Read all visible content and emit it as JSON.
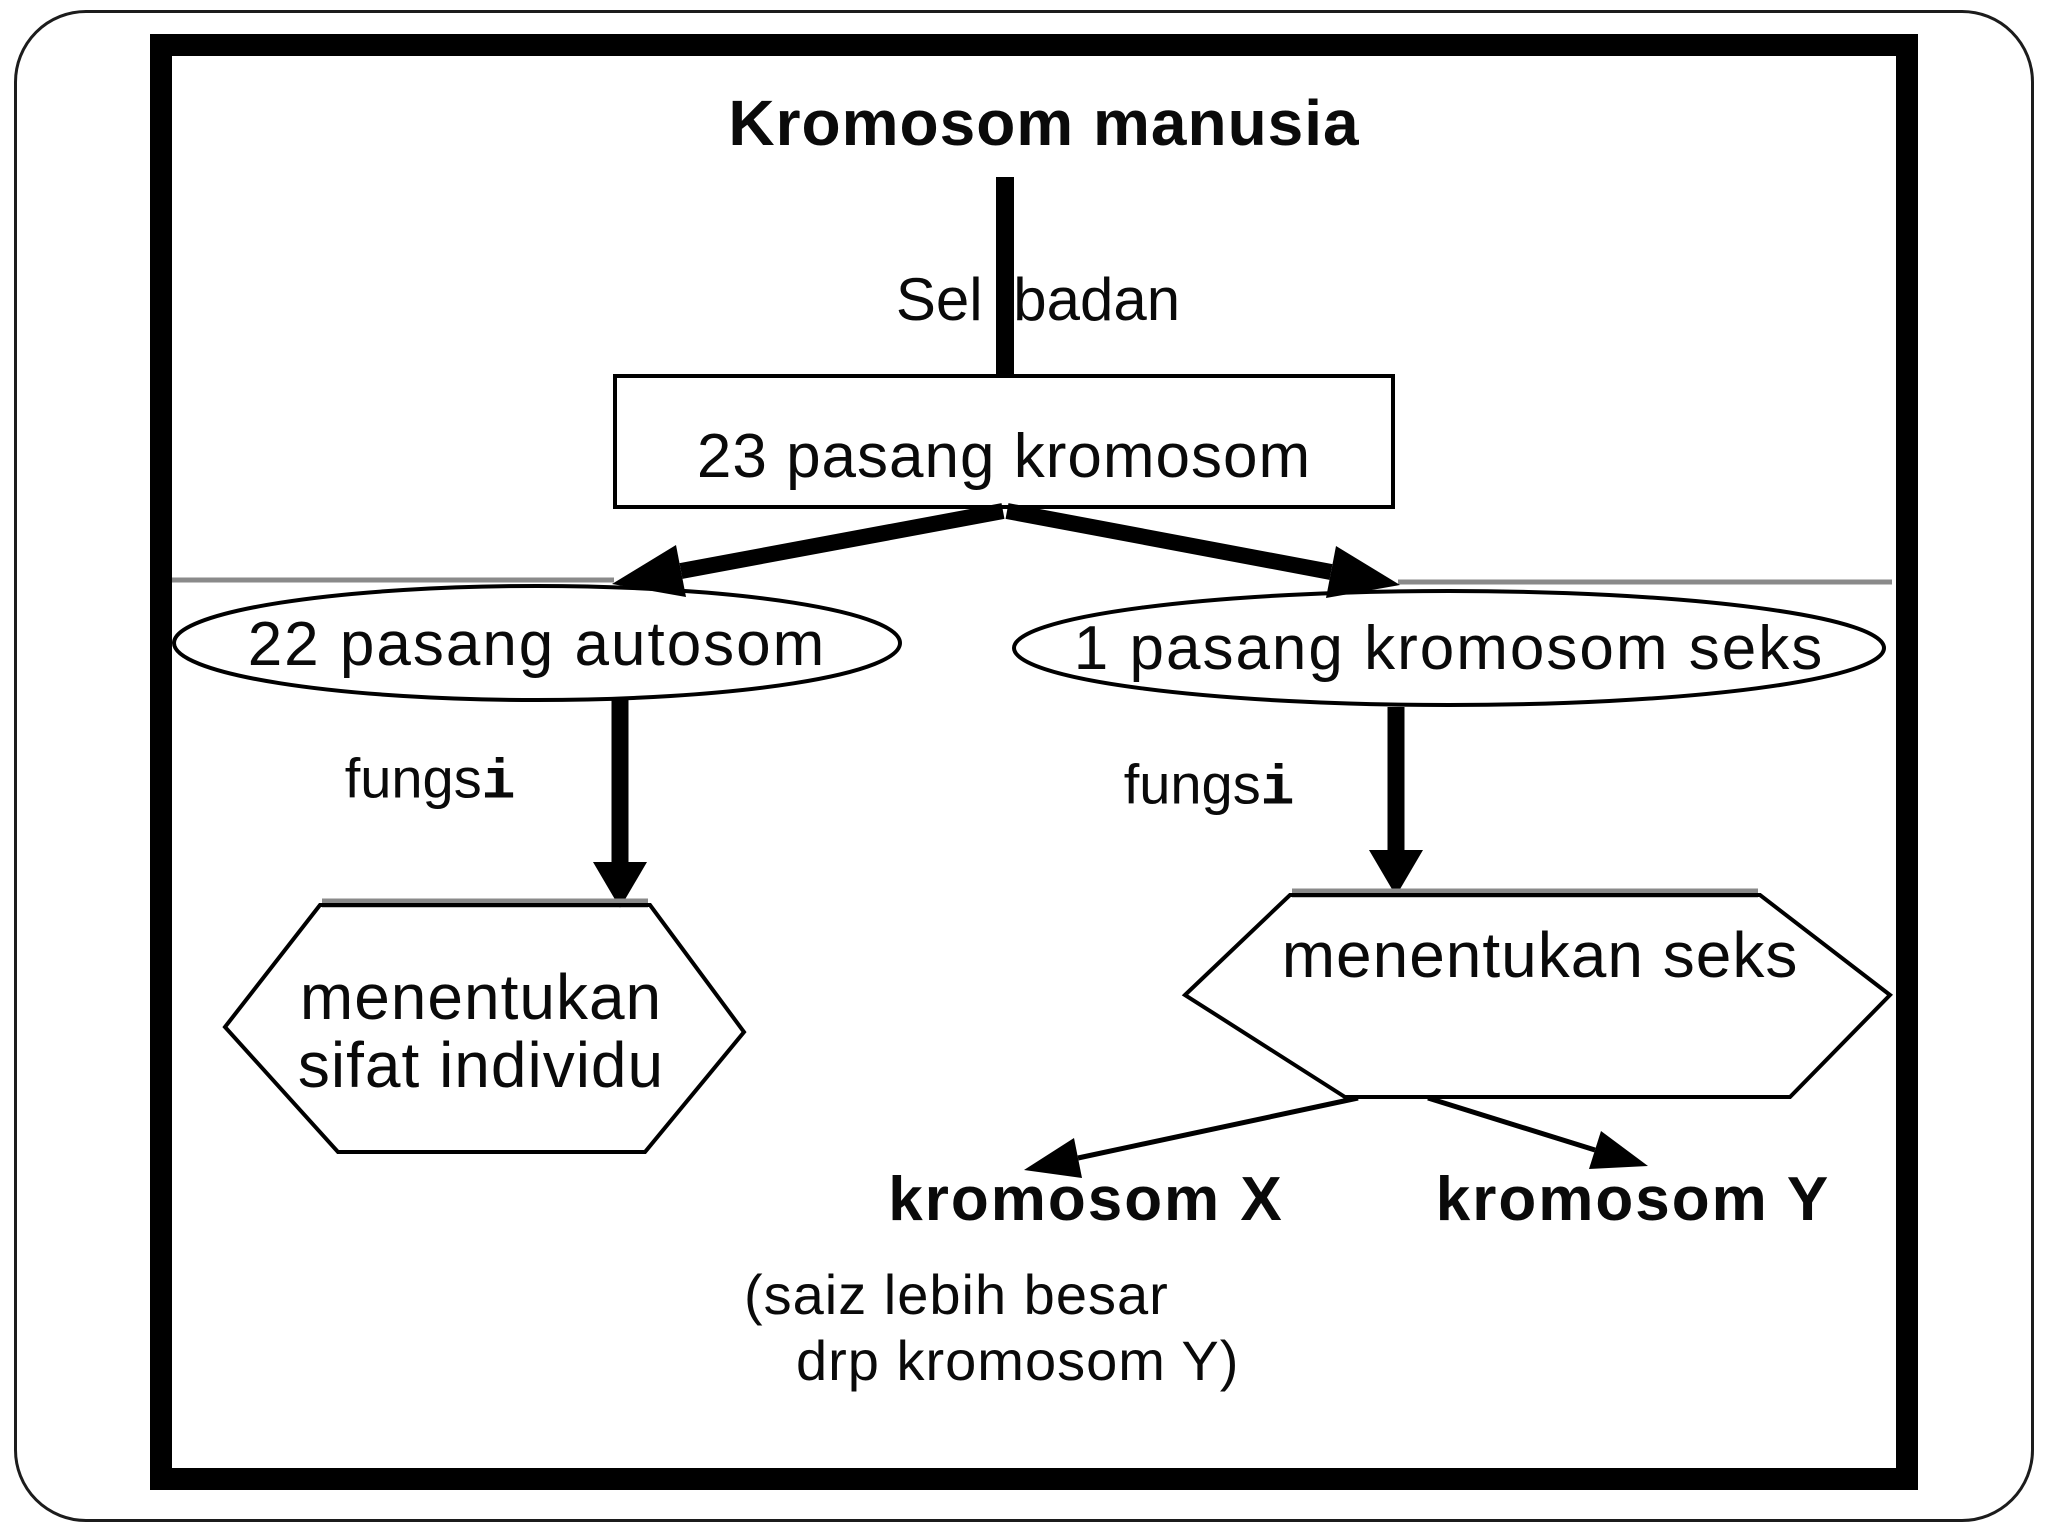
{
  "diagram": {
    "title": "Kromosom manusia",
    "nodes": {
      "sel_badan": "Sel badan",
      "box_pairs": "23 pasang kromosom",
      "ellipse_autosom": "22 pasang autosom",
      "ellipse_sex": "1 pasang kromosom seks",
      "hex_left_line1": "menentukan",
      "hex_left_line2": "sifat individu",
      "hex_right": "menentukan seks",
      "kromosom_x": "kromosom X",
      "kromosom_y": "kromosom Y",
      "note_line1": "(saiz lebih besar",
      "note_line2": "drp kromosom Y)"
    },
    "edge_labels": {
      "fungsi_main": "fungs",
      "fungsi_tail": "i"
    },
    "colors": {
      "ink": "#000000",
      "edge_gray": "#8a8a8a",
      "background": "#ffffff"
    }
  }
}
